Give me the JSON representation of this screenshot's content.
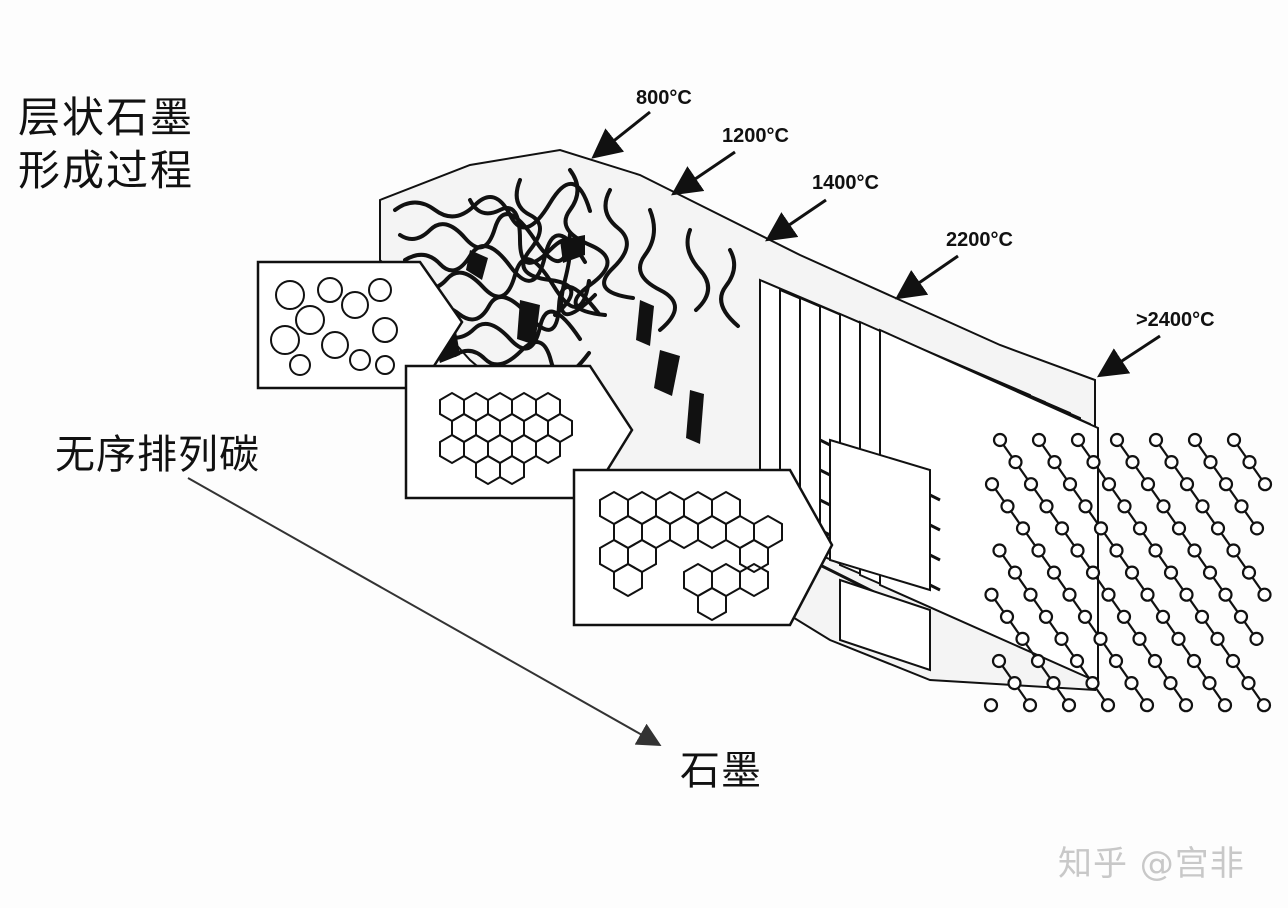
{
  "title": {
    "line1": "层状石墨",
    "line2": "形成过程"
  },
  "labels": {
    "start": "无序排列碳",
    "end": "石墨"
  },
  "temperatures": [
    "800°C",
    "1200°C",
    "1400°C",
    "2200°C",
    ">2400°C"
  ],
  "watermark": "知乎 @宫非"
}
